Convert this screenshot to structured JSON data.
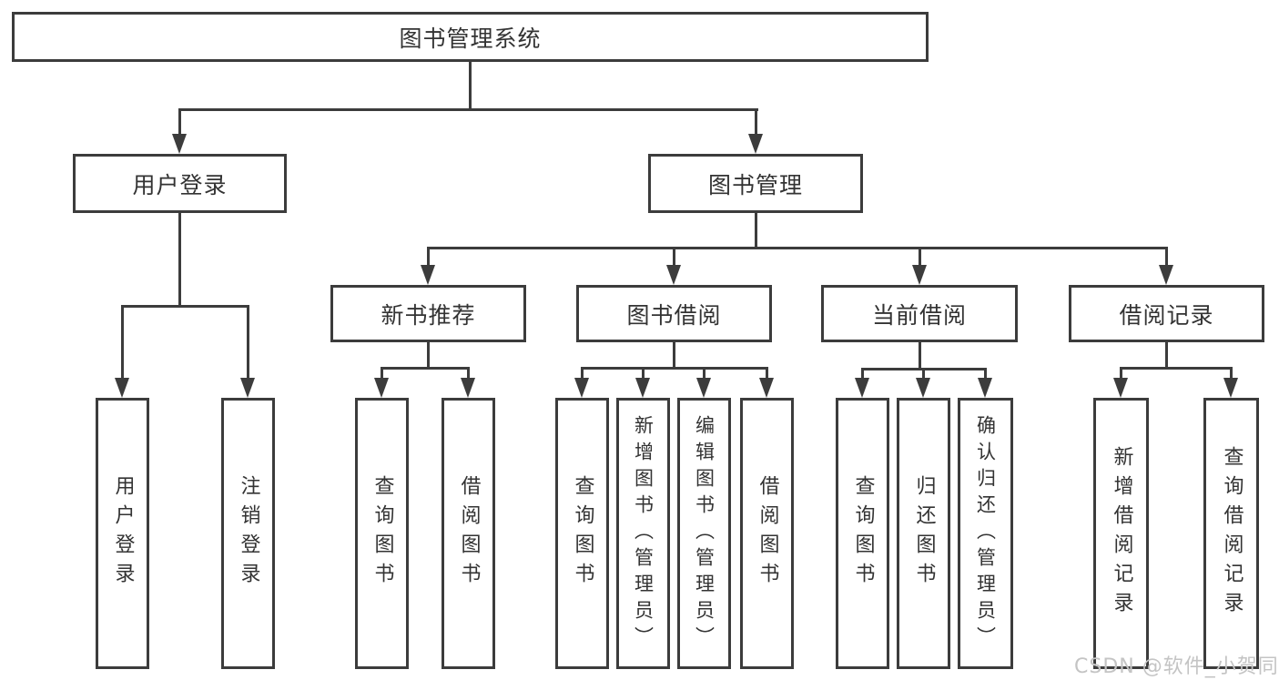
{
  "tree": {
    "label": "图书管理系统",
    "children": [
      {
        "label": "用户登录",
        "children": [
          {
            "label": "用户登录"
          },
          {
            "label": "注销登录"
          }
        ]
      },
      {
        "label": "图书管理",
        "children": [
          {
            "label": "新书推荐",
            "children": [
              {
                "label": "查询图书"
              },
              {
                "label": "借阅图书"
              }
            ]
          },
          {
            "label": "图书借阅",
            "children": [
              {
                "label": "查询图书"
              },
              {
                "label": "新增图书（管理员）"
              },
              {
                "label": "编辑图书（管理员）"
              },
              {
                "label": "借阅图书"
              }
            ]
          },
          {
            "label": "当前借阅",
            "children": [
              {
                "label": "查询图书"
              },
              {
                "label": "归还图书"
              },
              {
                "label": "确认归还（管理员）"
              }
            ]
          },
          {
            "label": "借阅记录",
            "children": [
              {
                "label": "新增借阅记录"
              },
              {
                "label": "查询借阅记录"
              }
            ]
          }
        ]
      }
    ]
  },
  "watermark": {
    "text": "CSDN @软件_小贺同学"
  },
  "colors": {
    "line": "#3c3c3c",
    "box_border": "#3c3c3c",
    "text": "#333333",
    "background": "#ffffff",
    "watermark": "#c4c4c4"
  }
}
